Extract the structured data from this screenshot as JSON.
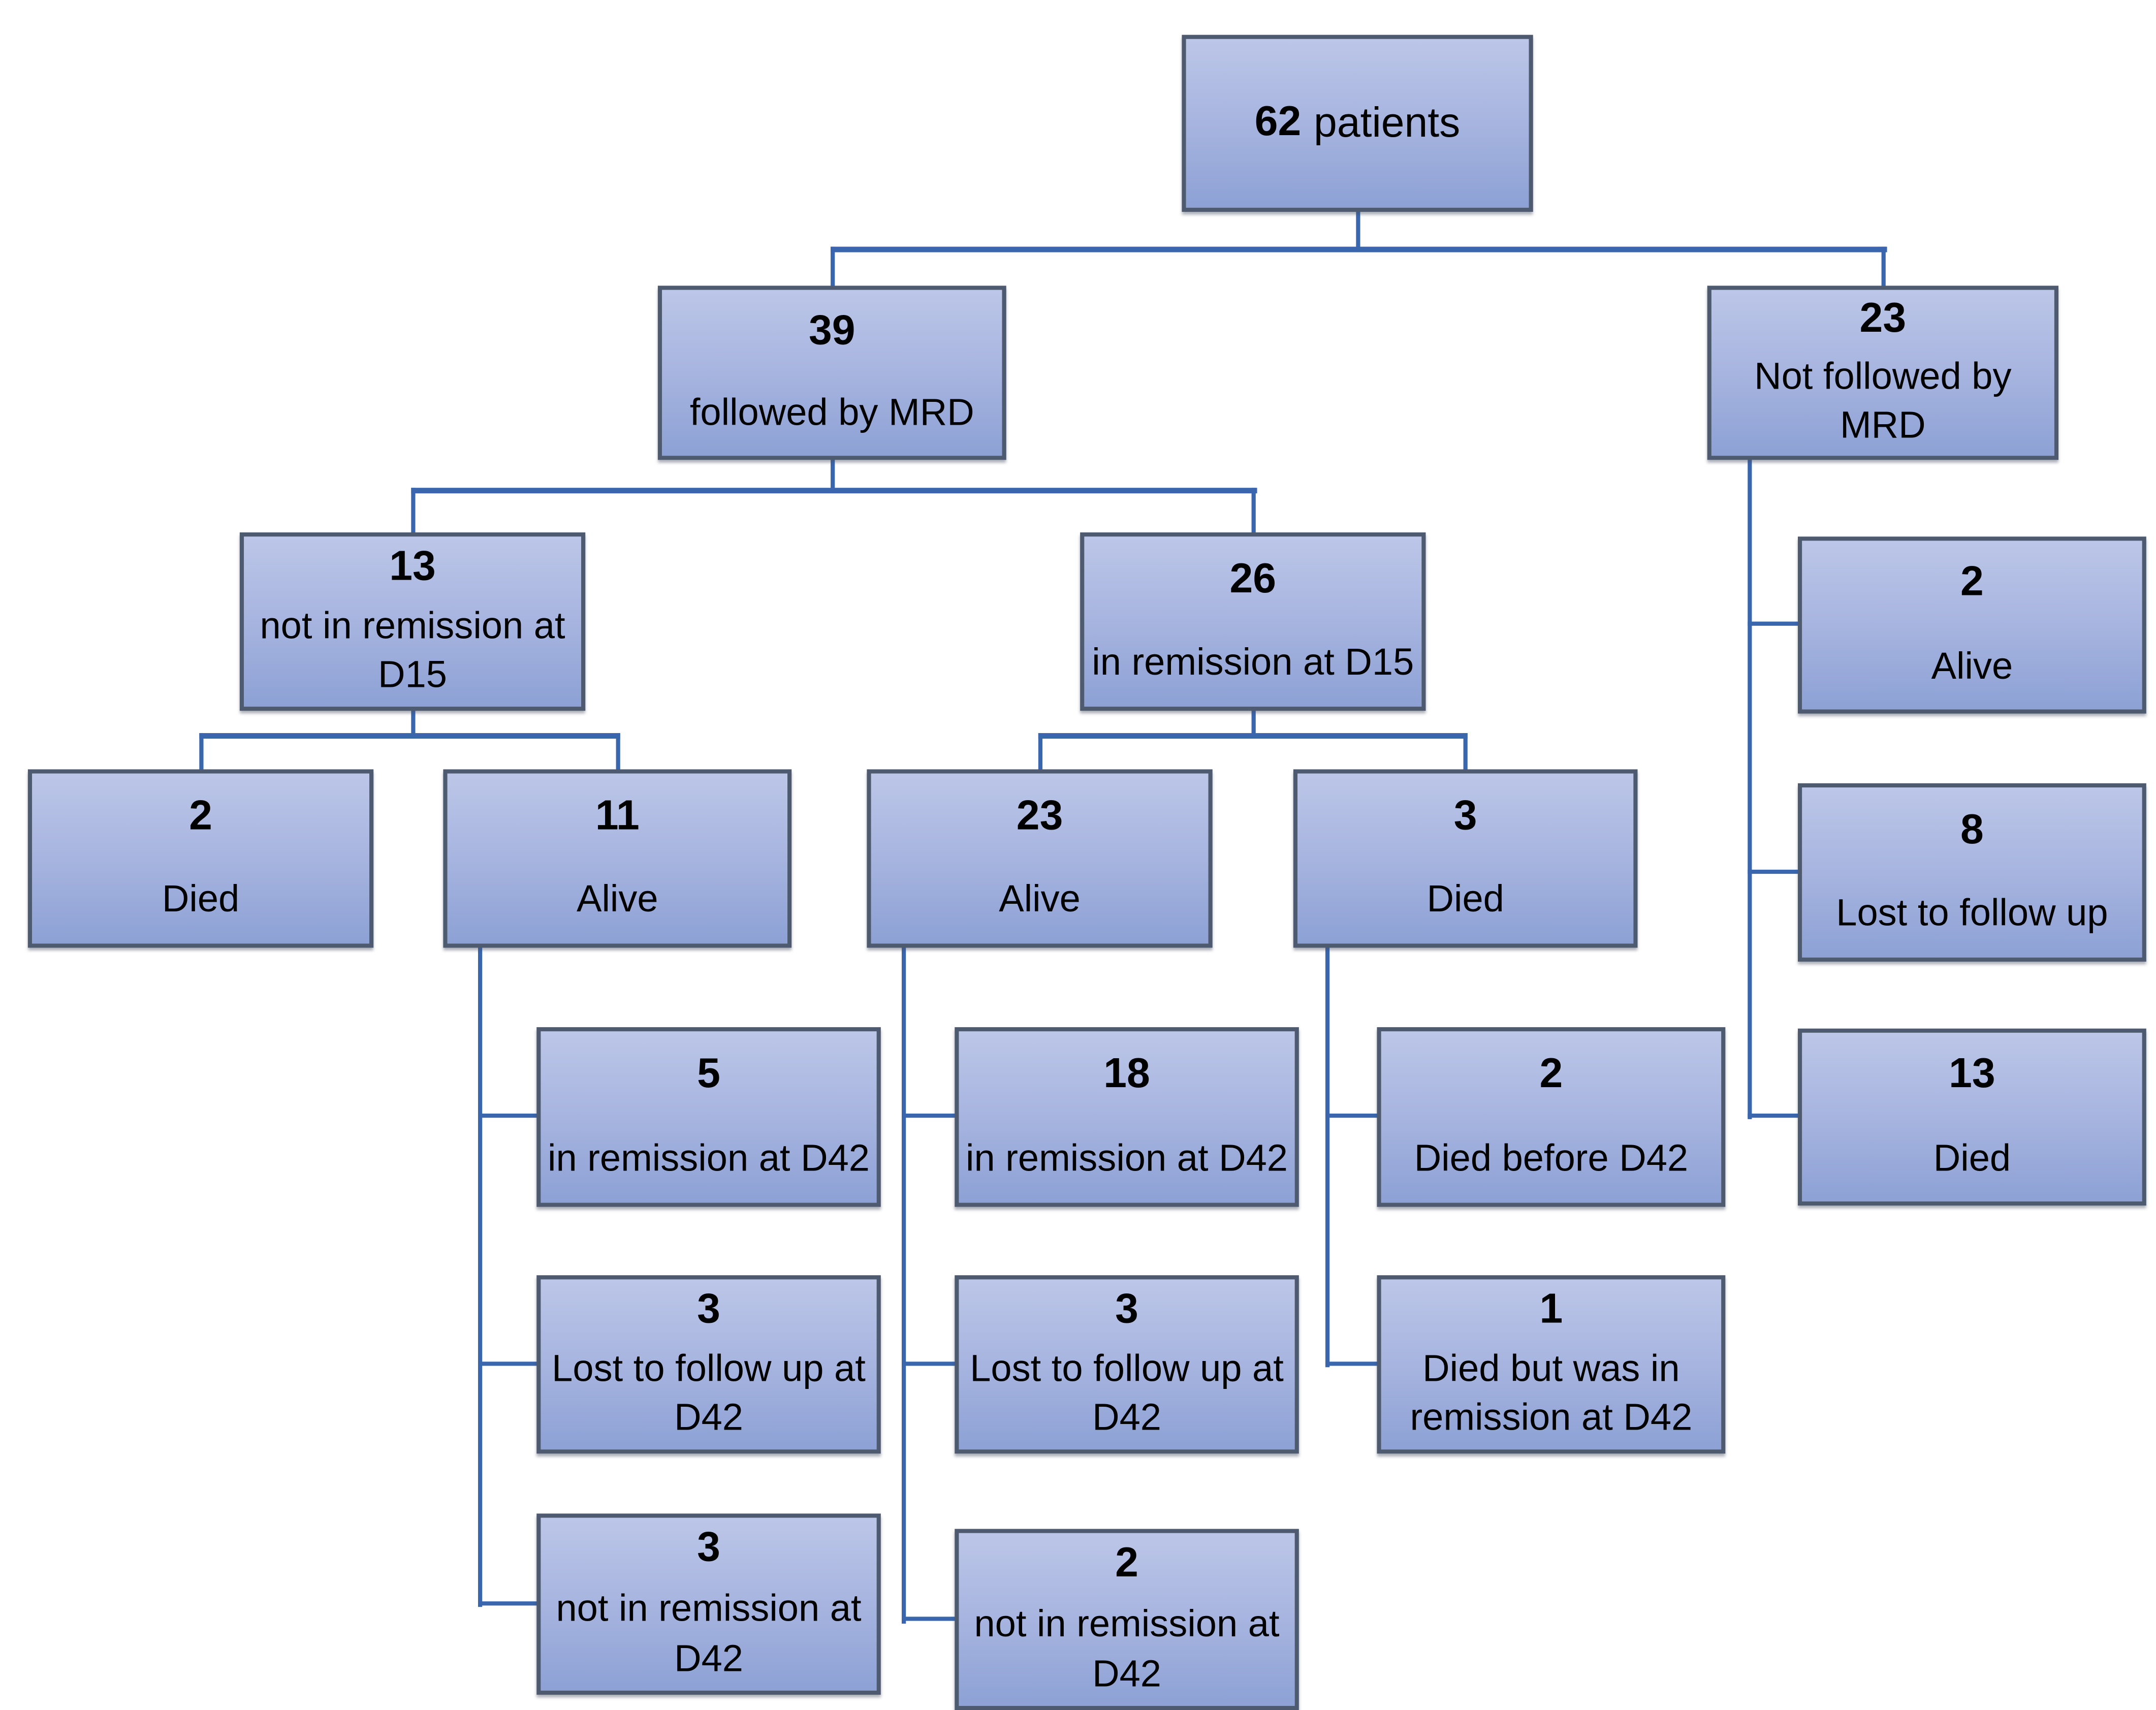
{
  "diagram": {
    "type": "flowchart",
    "description": "Patient flow diagram",
    "colors": {
      "box_fill_top": "#bcc6e8",
      "box_fill_mid": "#a9b6e0",
      "box_fill_bottom": "#8da1d5",
      "box_border": "#4e5a70",
      "connector": "#3a66ad",
      "text": "#000000"
    },
    "nodes": {
      "total": {
        "number": "62",
        "label": "patients"
      },
      "followed": {
        "number": "39",
        "label": "followed by MRD"
      },
      "not_followed": {
        "number": "23",
        "label": "Not followed by MRD"
      },
      "not_remission_d15": {
        "number": "13",
        "label": "not in remission at D15"
      },
      "remission_d15": {
        "number": "26",
        "label": "in remission at D15"
      },
      "d15neg_died": {
        "number": "2",
        "label": "Died"
      },
      "d15neg_alive": {
        "number": "11",
        "label": "Alive"
      },
      "d15pos_alive": {
        "number": "23",
        "label": "Alive"
      },
      "d15pos_died": {
        "number": "3",
        "label": "Died"
      },
      "nf_alive": {
        "number": "2",
        "label": "Alive"
      },
      "nf_lost": {
        "number": "8",
        "label": "Lost to follow up"
      },
      "nf_died": {
        "number": "13",
        "label": "Died"
      },
      "a11_rem42": {
        "number": "5",
        "label": "in remission at D42"
      },
      "a23_rem42": {
        "number": "18",
        "label": "in remission at D42"
      },
      "d3_died_before": {
        "number": "2",
        "label": "Died before D42"
      },
      "a11_lost42": {
        "number": "3",
        "label": "Lost to follow up at D42"
      },
      "a23_lost42": {
        "number": "3",
        "label": "Lost to follow up at D42"
      },
      "d3_died_rem": {
        "number": "1",
        "label": "Died but was in remission at D42"
      },
      "a11_notrem42": {
        "number": "3",
        "label": "not in remission at D42"
      },
      "a23_notrem42": {
        "number": "2",
        "label": "not in remission at D42"
      }
    }
  }
}
